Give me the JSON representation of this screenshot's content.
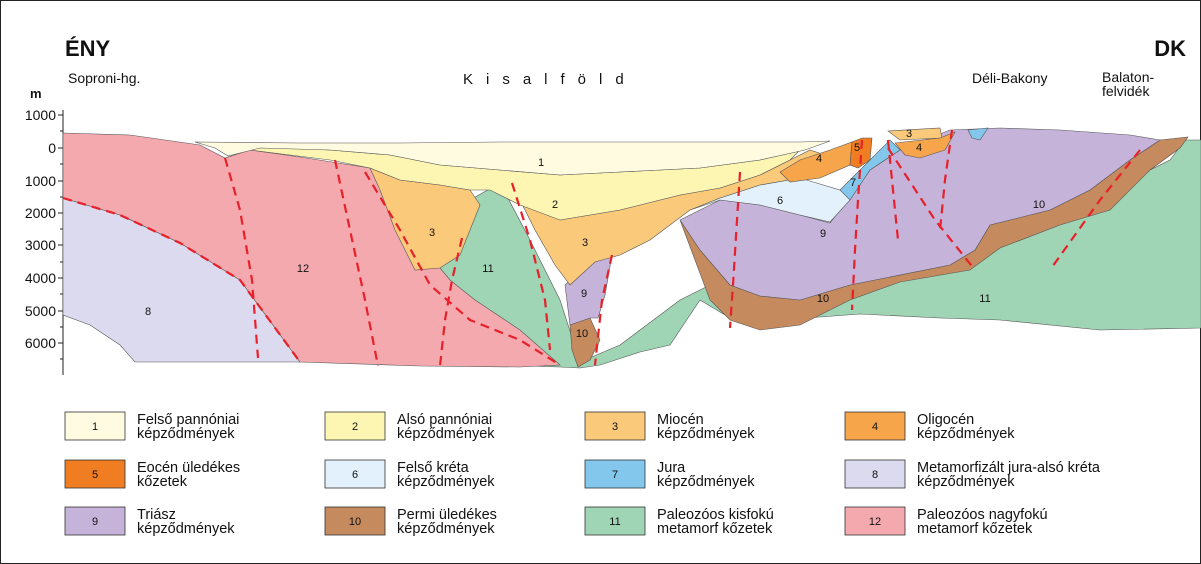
{
  "header": {
    "left_dir": "ÉNY",
    "right_dir": "DK",
    "unit": "m",
    "regions": {
      "soproni": "Soproni-hg.",
      "kisalfold": "Kisalföld",
      "bakony": "Déli-Bakony",
      "balaton_1": "Balaton-",
      "balaton_2": "felvidék"
    }
  },
  "depth_ticks": [
    "1000",
    "0",
    "1000",
    "2000",
    "3000",
    "4000",
    "5000",
    "6000"
  ],
  "section_labels": {
    "u1": "1",
    "u2": "2",
    "u3a": "3",
    "u3b": "3",
    "u3c": "3",
    "u4a": "4",
    "u4b": "4",
    "u5": "5",
    "u6": "6",
    "u7": "7",
    "u8": "8",
    "u9a": "9",
    "u9b": "9",
    "u10a": "10",
    "u10b": "10",
    "u10c": "10",
    "u11a": "11",
    "u11b": "11",
    "u12": "12"
  },
  "colors": {
    "u1": "#fefbe0",
    "u2": "#fdf6b3",
    "u3": "#fbc97a",
    "u4": "#f6a54b",
    "u5": "#f17d22",
    "u6": "#e2f1fb",
    "u7": "#84c7ec",
    "u8": "#dcdaee",
    "u9": "#c6b3d9",
    "u10": "#c58a5d",
    "u11": "#9fd4b4",
    "u12": "#f4a9ae",
    "fault": "#e8202a"
  },
  "legend": [
    {
      "num": "1",
      "line1": "Felső pannóniai",
      "line2": "képződmények"
    },
    {
      "num": "2",
      "line1": "Alsó pannóniai",
      "line2": "képződmények"
    },
    {
      "num": "3",
      "line1": "Miocén",
      "line2": "képződmények"
    },
    {
      "num": "4",
      "line1": "Oligocén",
      "line2": "képződmények"
    },
    {
      "num": "5",
      "line1": "Eocén üledékes",
      "line2": "kőzetek"
    },
    {
      "num": "6",
      "line1": "Felső kréta",
      "line2": "képződmények"
    },
    {
      "num": "7",
      "line1": "Jura",
      "line2": "képződmények"
    },
    {
      "num": "8",
      "line1": "Metamorfizált jura-alsó kréta",
      "line2": "képződmények"
    },
    {
      "num": "9",
      "line1": "Triász",
      "line2": "képződmények"
    },
    {
      "num": "10",
      "line1": "Permi üledékes",
      "line2": "képződmények"
    },
    {
      "num": "11",
      "line1": "Paleozóos kisfokú",
      "line2": "metamorf kőzetek"
    },
    {
      "num": "12",
      "line1": "Paleozóos nagyfokú",
      "line2": "metamorf kőzetek"
    }
  ]
}
